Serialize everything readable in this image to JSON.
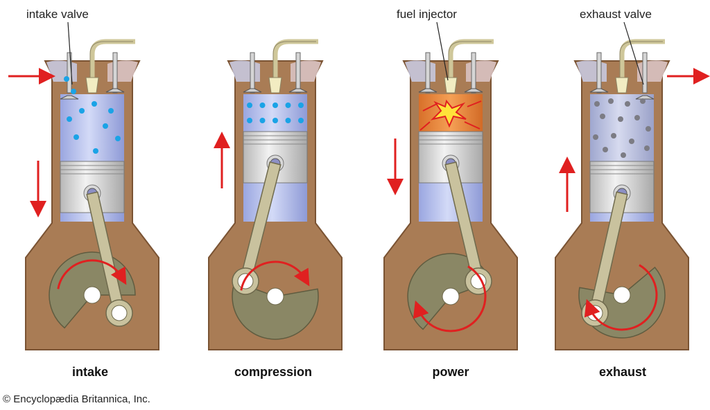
{
  "callouts": {
    "intake_valve": "intake valve",
    "fuel_injector": "fuel injector",
    "exhaust_valve": "exhaust valve"
  },
  "strokes": [
    {
      "label": "intake"
    },
    {
      "label": "compression"
    },
    {
      "label": "power"
    },
    {
      "label": "exhaust"
    }
  ],
  "credit": "© Encyclopædia Britannica, Inc.",
  "colors": {
    "block": "#a97c55",
    "block_dark": "#7a5333",
    "crankcase": "#a97c55",
    "head_top": "#d8c2c2",
    "head_left": "#c9cde6",
    "cylinder_fill": "#b9c3ee",
    "piston": "#dcdcdc",
    "rod": "#c9c29e",
    "crank": "#8a8765",
    "arrow": "#e02020",
    "fuel_drops": "#1aa3e6",
    "exhaust_dots": "#7c7c84",
    "combustion": "#e98b3a"
  }
}
